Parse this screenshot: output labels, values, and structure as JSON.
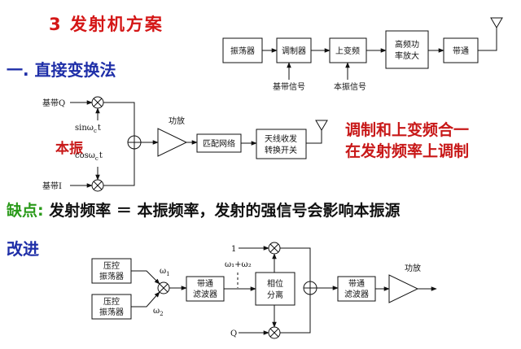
{
  "title": "3  发射机方案",
  "section1": {
    "heading": "一. 直接变换法"
  },
  "top_chain": {
    "blocks": [
      "振荡器",
      "调制器",
      "上变频",
      "高频功",
      "率放大",
      "带通"
    ],
    "labels": {
      "baseband": "基带信号",
      "local_osc": "本振信号"
    }
  },
  "direct_conversion": {
    "inputs": {
      "q": "基带Q",
      "i": "基带I"
    },
    "osc_sin": "sinω",
    "osc_cos": "cosω",
    "osc_sub": "c",
    "osc_t": "t",
    "power_amp_label": "功放",
    "matching": "匹配网络",
    "switch": [
      "天线收发",
      "转换开关"
    ],
    "lo_label": "本振"
  },
  "caption": {
    "line1": "调制和上变频合一",
    "line2": "在发射频率上调制"
  },
  "defect": {
    "label": "缺点:",
    "text": " 发射频率 ＝ 本振频率，发射的强信号会影响本振源"
  },
  "section2": {
    "heading": "改进"
  },
  "improved": {
    "vco1": [
      "压控",
      "振荡器"
    ],
    "vco2": [
      "压控",
      "振荡器"
    ],
    "w1": "ω",
    "w1_sub": "1",
    "w2": "ω",
    "w2_sub": "2",
    "sum": "ω₁+ω₂",
    "bpf1": [
      "带通",
      "滤波器"
    ],
    "splitter": [
      "相位",
      "分离"
    ],
    "bpf2": [
      "带通",
      "滤波器"
    ],
    "input_one": "1",
    "input_q": "Q",
    "power_amp_label": "功放"
  }
}
